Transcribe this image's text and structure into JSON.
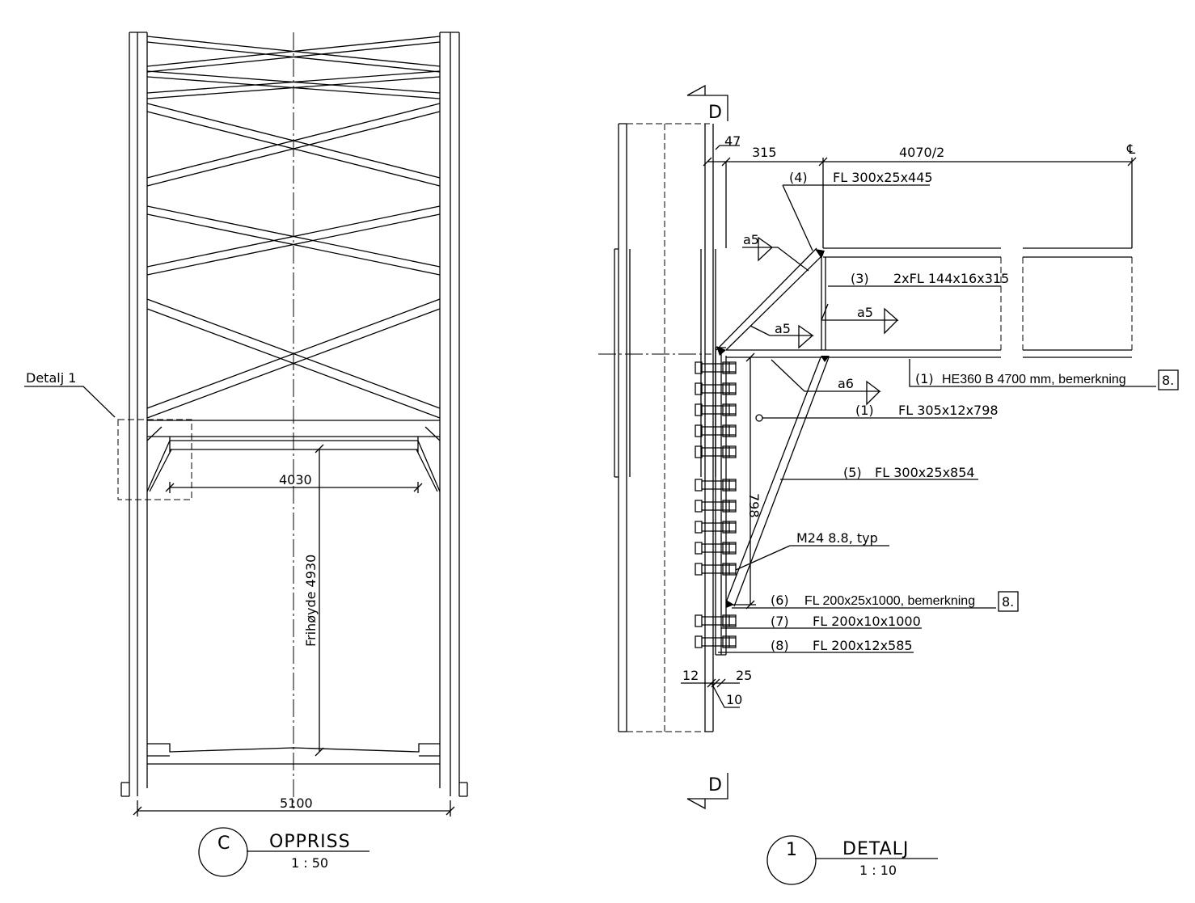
{
  "elevation": {
    "title": "OPPRISS",
    "id": "C",
    "scale": "1 : 50",
    "detail_ref": "Detalj 1",
    "dim_span": "4030",
    "dim_width": "5100",
    "dim_height": "Frihøyde 4930"
  },
  "detail": {
    "title": "DETALJ",
    "id": "1",
    "scale": "1 : 10",
    "section": "D",
    "dims": {
      "d47": "47",
      "d315": "315",
      "d4070": "4070/2",
      "cl": "℄",
      "d798": "798",
      "d12": "12",
      "d25": "25",
      "d10": "10"
    },
    "welds": {
      "a5": "a5",
      "a6": "a6"
    },
    "labels": [
      {
        "no": "(4)",
        "text": "FL 300x25x445"
      },
      {
        "no": "(3)",
        "text": "2xFL 144x16x315"
      },
      {
        "no": "(1)",
        "text": "HE360 B 4700 mm, bemerkning",
        "note": "8."
      },
      {
        "no": "(1)",
        "text": "FL 305x12x798"
      },
      {
        "no": "(5)",
        "text": "FL 300x25x854"
      },
      {
        "no": "",
        "text": "M24 8.8, typ"
      },
      {
        "no": "(6)",
        "text": "FL 200x25x1000, bemerkning",
        "note": "8."
      },
      {
        "no": "(7)",
        "text": "FL 200x10x1000"
      },
      {
        "no": "(8)",
        "text": "FL 200x12x585"
      }
    ]
  }
}
